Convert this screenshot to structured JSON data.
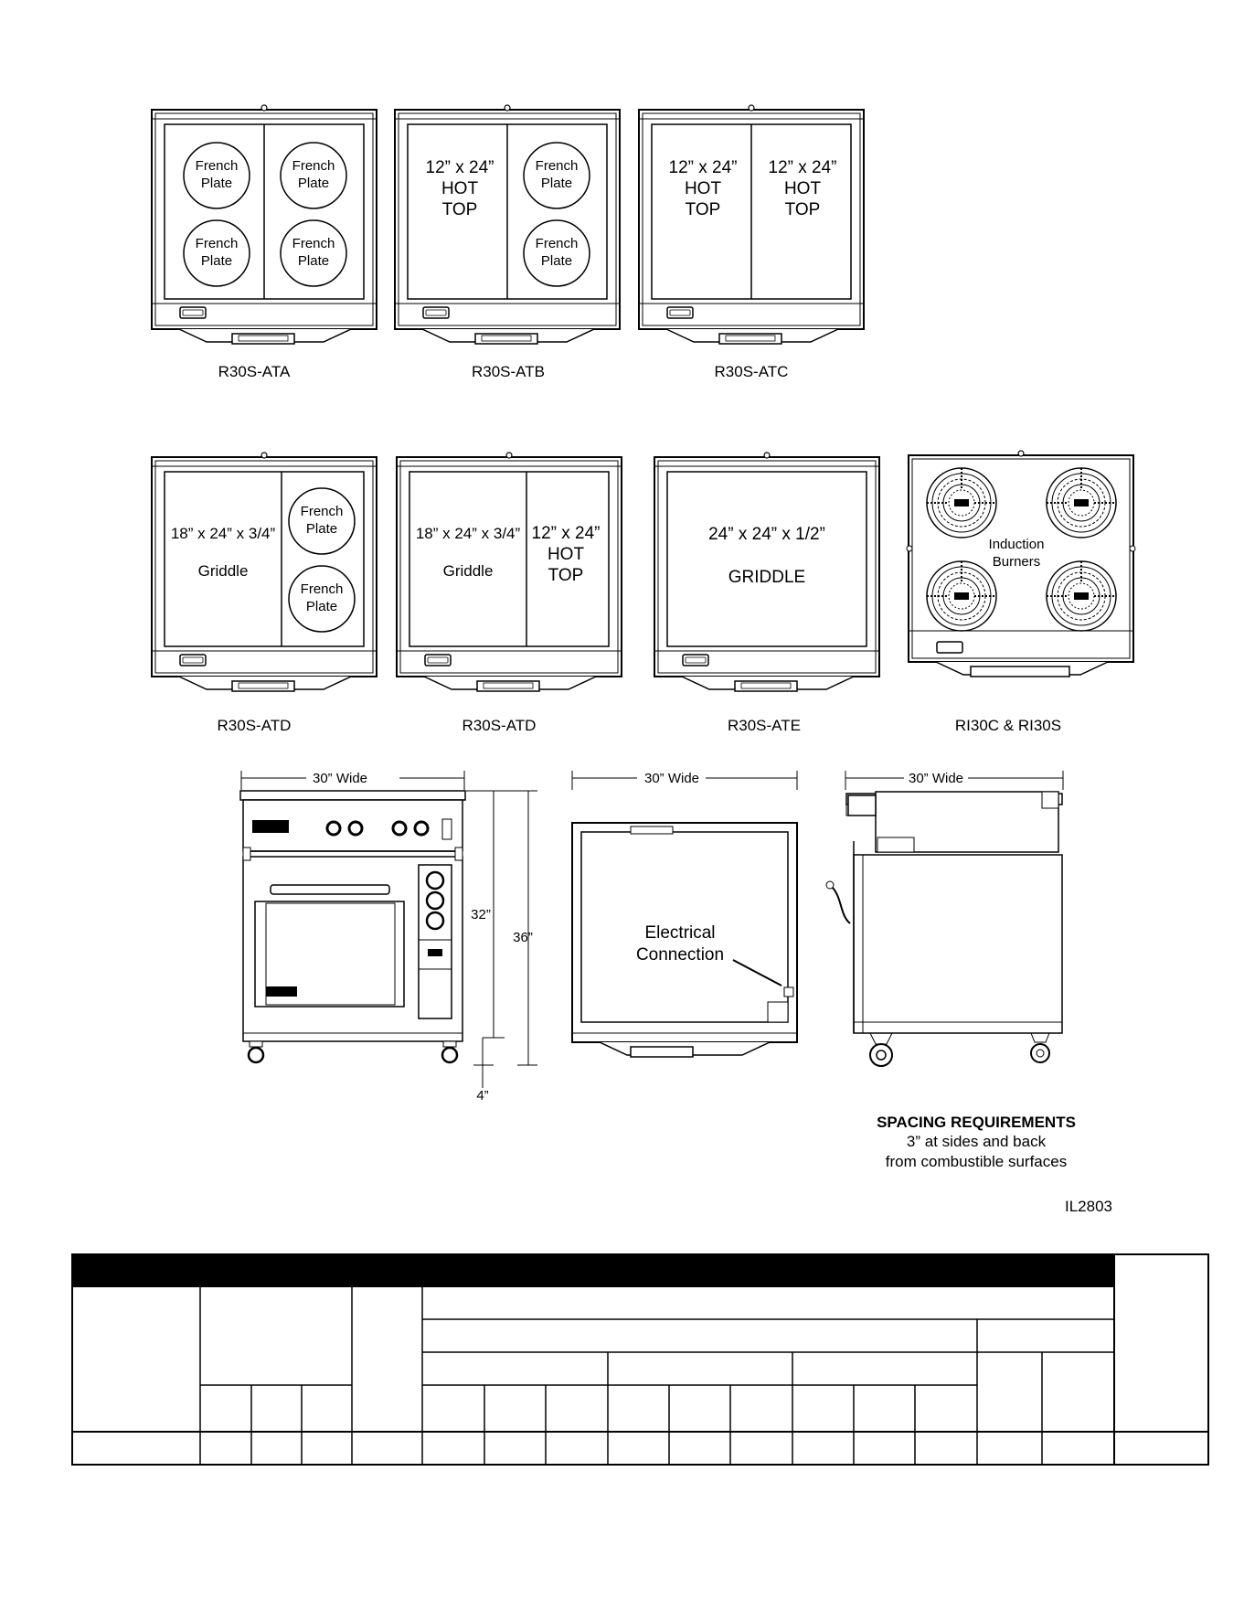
{
  "ranges_top": [
    {
      "model": "R30S-ATA",
      "left": [
        "French\nPlate",
        "French\nPlate"
      ],
      "right": [
        "French\nPlate",
        "French\nPlate"
      ]
    },
    {
      "model": "R30S-ATB",
      "left_text": [
        "12” x 24”",
        "HOT",
        "TOP"
      ],
      "right": [
        "French\nPlate",
        "French\nPlate"
      ]
    },
    {
      "model": "R30S-ATC",
      "left_text": [
        "12” x 24”",
        "HOT",
        "TOP"
      ],
      "right_text": [
        "12” x 24”",
        "HOT",
        "TOP"
      ]
    }
  ],
  "ranges_middle": [
    {
      "model": "R30S-ATD",
      "griddle": [
        "18” x 24” x 3/4”",
        "Griddle"
      ],
      "right": [
        "French\nPlate",
        "French\nPlate"
      ]
    },
    {
      "model": "R30S-ATD",
      "griddle": [
        "18” x 24” x 3/4”",
        "Griddle"
      ],
      "right_text": [
        "12” x 24”",
        "HOT",
        "TOP"
      ]
    },
    {
      "model": "R30S-ATE",
      "center_text": [
        "24” x 24” x 1/2”",
        "GRIDDLE"
      ]
    },
    {
      "model": "RI30C & RI30S",
      "center_text": [
        "Induction",
        "Burners"
      ]
    }
  ],
  "french_plate_label": [
    "French",
    "Plate"
  ],
  "dimensions": {
    "width_label": "30” Wide",
    "height_32": "32”",
    "height_36": "36”",
    "leg_4": "4”",
    "electrical": [
      "Electrical",
      "Connection"
    ]
  },
  "spacing": {
    "title": "SPACING REQUIREMENTS",
    "line1": "3” at sides and back",
    "line2": "from combustible surfaces"
  },
  "illustration_id": "IL2803",
  "colors": {
    "ink": "#000000",
    "panel": "#ffffff",
    "header": "#000000"
  }
}
